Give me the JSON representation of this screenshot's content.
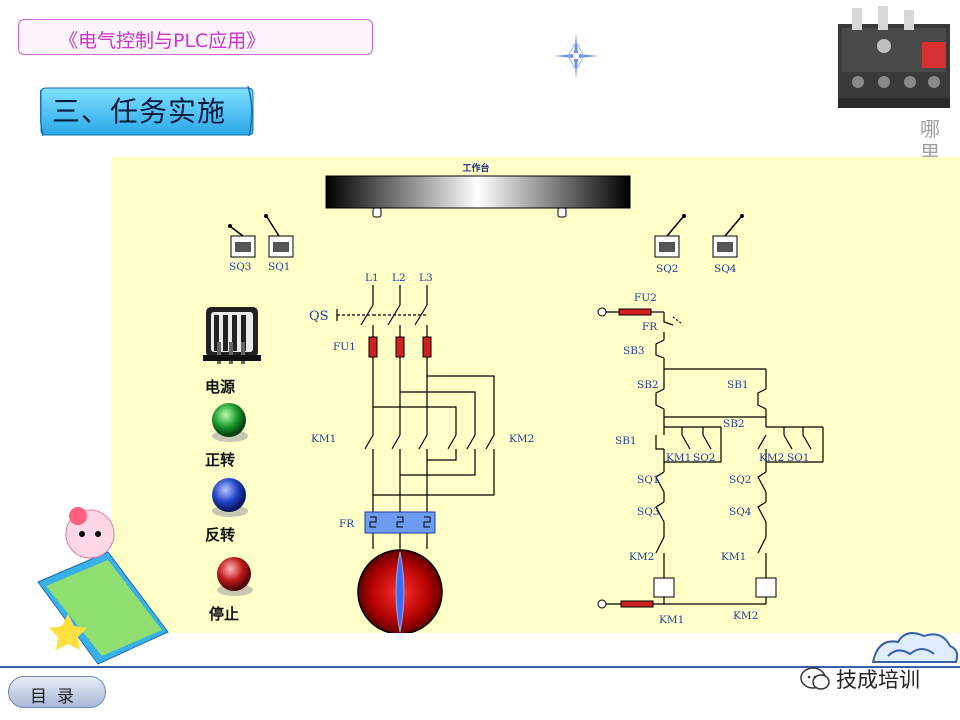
{
  "header": {
    "course_title": "《电气控制与PLC应用》",
    "section_title": "三、任务实施"
  },
  "side_text": "哪里",
  "workbench": {
    "label": "工作台"
  },
  "limit_switches": {
    "sq3": "SQ3",
    "sq1": "SQ1",
    "sq2": "SQ2",
    "sq4": "SQ4"
  },
  "main_circuit": {
    "l1": "L1",
    "l2": "L2",
    "l3": "L3",
    "qs": "QS",
    "fu1": "FU1",
    "km1": "KM1",
    "km2": "KM2",
    "fr": "FR"
  },
  "control_circuit": {
    "fu2": "FU2",
    "fr": "FR",
    "sb3": "SB3",
    "sb2_left": "SB2",
    "sb1_right": "SB1",
    "sb2_right": "SB2",
    "sb1_left": "SB1",
    "km1_aux": "KM1",
    "sq2_aux": "SQ2",
    "km2_aux": "KM2",
    "sq1_aux": "SQ1",
    "sq1_left": "SQ1",
    "sq3_left": "SQ3",
    "sq2_right": "SQ2",
    "sq4_right": "SQ4",
    "km2_interlock": "KM2",
    "km1_interlock": "KM1",
    "km1_coil": "KM1",
    "km2_coil": "KM2"
  },
  "controls": {
    "power": "电源",
    "forward": "正转",
    "reverse": "反转",
    "stop": "停止"
  },
  "footer": {
    "menu": "目录",
    "watermark": "技成培训"
  },
  "colors": {
    "title": "#cc33cc",
    "panel_bg": "#ffffc8",
    "wire": "#000000",
    "label": "#1f3f9c",
    "fuse": "#d02020",
    "forward_lamp": "#1a9a2a",
    "reverse_lamp": "#1f44c8",
    "stop_lamp": "#c01818"
  }
}
